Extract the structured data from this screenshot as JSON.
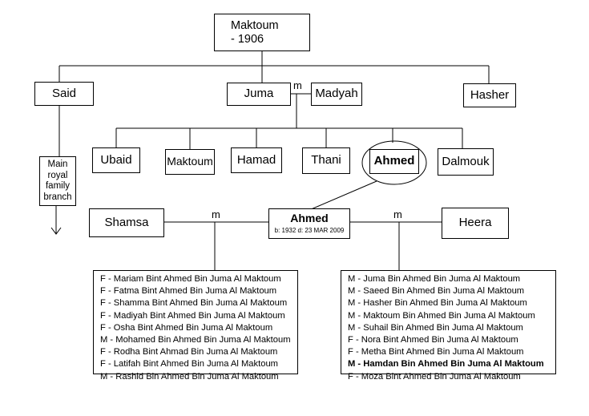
{
  "root": {
    "name": "Maktoum",
    "dates": "- 1906"
  },
  "gen1": {
    "said": "Said",
    "juma": "Juma",
    "marriage": "m",
    "madyah": "Madyah",
    "hasher": "Hasher"
  },
  "main_branch": [
    "Main",
    "royal",
    "family",
    "branch"
  ],
  "children": {
    "ubaid": "Ubaid",
    "maktoum": "Maktoum",
    "hamad": "Hamad",
    "thani": "Thani",
    "ahmed": "Ahmed",
    "dalmouk": "Dalmouk"
  },
  "ahmed_detail": {
    "name": "Ahmed",
    "dates": "b: 1932 d: 23 MAR 2009",
    "wife1": "Shamsa",
    "wife2": "Heera",
    "marriage_left": "m",
    "marriage_right": "m"
  },
  "shamsa_children": [
    {
      "text": "F - Mariam Bint Ahmed Bin Juma Al Maktoum",
      "bold": false
    },
    {
      "text": "F - Fatma Bint Ahmed Bin Juma Al Maktoum",
      "bold": false
    },
    {
      "text": "F - Shamma Bint Ahmed Bin Juma Al Maktoum",
      "bold": false
    },
    {
      "text": "F - Madiyah Bint Ahmed Bin Juma Al Maktoum",
      "bold": false
    },
    {
      "text": "F - Osha Bint Ahmed Bin Juma Al Maktoum",
      "bold": false
    },
    {
      "text": "M - Mohamed Bin Ahmed Bin Juma Al Maktoum",
      "bold": false
    },
    {
      "text": "F - Rodha Bint Ahmad Bin Juma Al Maktoum",
      "bold": false
    },
    {
      "text": "F - Latifah Bint Ahmed Bin Juma Al Maktoum",
      "bold": false
    },
    {
      "text": "M - Rashid Bin Ahmed Bin Juma Al Maktoum",
      "bold": false
    }
  ],
  "heera_children": [
    {
      "text": "M - Juma Bin Ahmed Bin Juma Al Maktoum",
      "bold": false
    },
    {
      "text": "M - Saeed Bin Ahmed Bin Juma Al Maktoum",
      "bold": false
    },
    {
      "text": "M - Hasher Bin Ahmed Bin Juma Al Maktoum",
      "bold": false
    },
    {
      "text": "M - Maktoum Bin Ahmed Bin Juma Al Maktoum",
      "bold": false
    },
    {
      "text": "M - Suhail Bin Ahmed Bin Juma Al Maktoum",
      "bold": false
    },
    {
      "text": "F - Nora Bint Ahmed Bin Juma Al Maktoum",
      "bold": false
    },
    {
      "text": "F - Metha Bint Ahmed Bin Juma Al Maktoum",
      "bold": false
    },
    {
      "text": "M - Hamdan Bin Ahmed Bin Juma Al Maktoum",
      "bold": true
    },
    {
      "text": "F - Moza Bint Ahmed Bin Juma Al Maktoum",
      "bold": false
    }
  ]
}
